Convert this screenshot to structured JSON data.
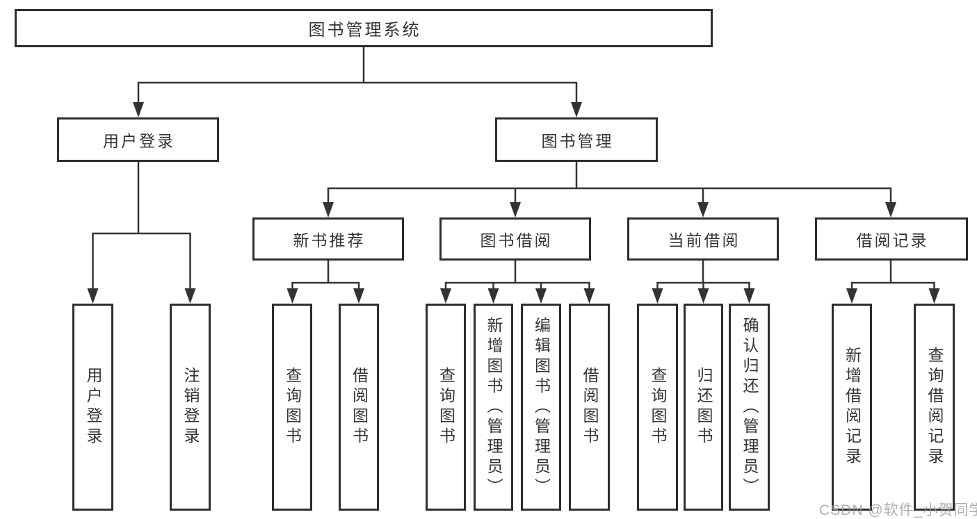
{
  "diagram_title": "图书管理系统",
  "tree": {
    "root": {
      "label": "图书管理系统"
    },
    "branches": [
      {
        "label": "用户登录",
        "children": [
          {
            "label": "用户登录"
          },
          {
            "label": "注销登录"
          }
        ]
      },
      {
        "label": "图书管理",
        "children": [
          {
            "label": "新书推荐",
            "children": [
              {
                "label": "查询图书"
              },
              {
                "label": "借阅图书"
              }
            ]
          },
          {
            "label": "图书借阅",
            "children": [
              {
                "label": "查询图书"
              },
              {
                "label": "新增图书（管理员）"
              },
              {
                "label": "编辑图书（管理员）"
              },
              {
                "label": "借阅图书"
              }
            ]
          },
          {
            "label": "当前借阅",
            "children": [
              {
                "label": "查询图书"
              },
              {
                "label": "归还图书"
              },
              {
                "label": "确认归还（管理员）"
              }
            ]
          },
          {
            "label": "借阅记录",
            "children": [
              {
                "label": "新增借阅记录"
              },
              {
                "label": "查询借阅记录"
              }
            ]
          }
        ]
      }
    ]
  },
  "watermark": "CSDN @软件_小贺同学",
  "colors": {
    "line": "#333333",
    "box_border": "#2d2d2d",
    "box_fill": "#ffffff",
    "text": "#333333",
    "watermark": "#9b9b9b"
  }
}
